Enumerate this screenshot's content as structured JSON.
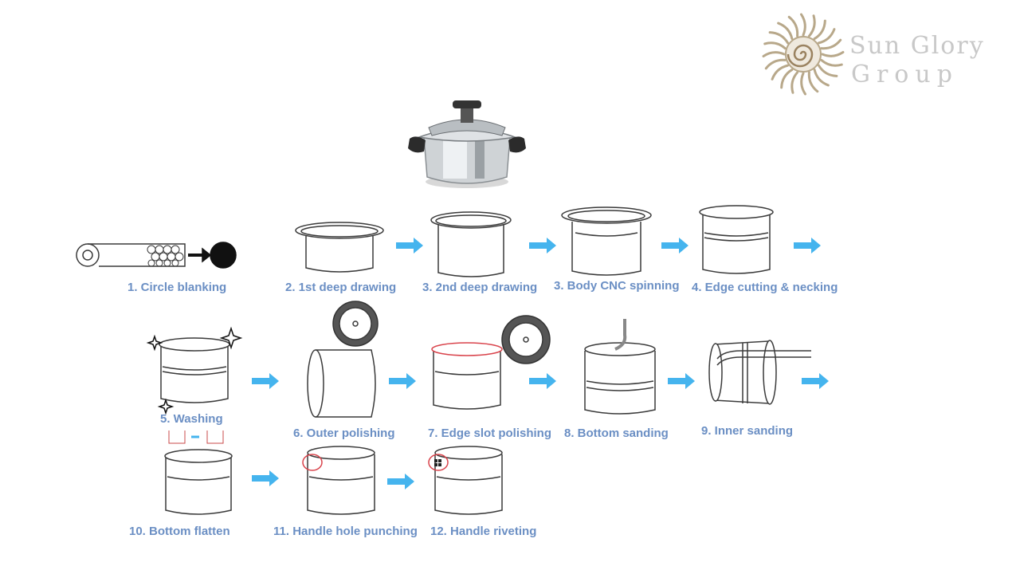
{
  "logo": {
    "line1": "Sun Glory",
    "line2": "Group",
    "ray_color": "#b8a88a",
    "spiral_color": "#9a8260"
  },
  "colors": {
    "arrow": "#45b4ee",
    "label": "#6b8fc4",
    "outline": "#3a3a3a",
    "highlight": "#d9434b"
  },
  "steps": [
    {
      "label": "1. Circle blanking"
    },
    {
      "label": "2. 1st deep drawing"
    },
    {
      "label": "3. 2nd deep drawing"
    },
    {
      "label": "3. Body CNC spinning"
    },
    {
      "label": "4. Edge cutting & necking"
    },
    {
      "label": "5. Washing"
    },
    {
      "label": "6. Outer polishing"
    },
    {
      "label": "7. Edge slot polishing"
    },
    {
      "label": "8. Bottom sanding"
    },
    {
      "label": "9. Inner sanding"
    },
    {
      "label": "10. Bottom flatten"
    },
    {
      "label": "11. Handle hole punching"
    },
    {
      "label": "12. Handle riveting"
    }
  ]
}
